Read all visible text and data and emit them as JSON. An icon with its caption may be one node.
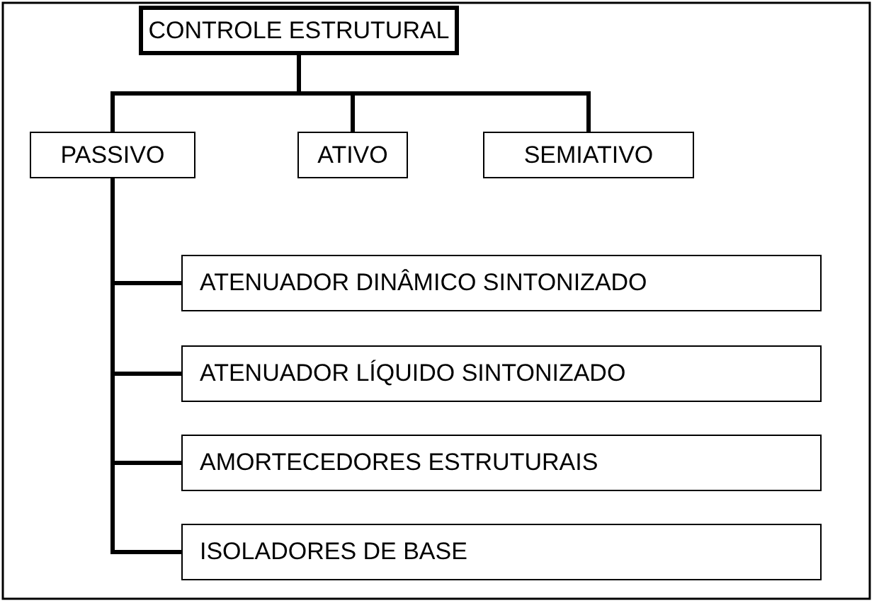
{
  "diagram": {
    "nodes": [
      {
        "text": [
          "CONTROLE ESTRUTURAL"
        ]
      },
      {
        "text": [
          "PASSIVO"
        ]
      },
      {
        "text": [
          "ATIVO"
        ]
      },
      {
        "text": [
          "SEMIATIVO"
        ]
      },
      {
        "text": [
          "ATENUADOR DINÂMICO SINTONIZADO"
        ]
      },
      {
        "text": [
          "ATENUADOR LÍQUIDO SINTONIZADO"
        ]
      },
      {
        "text": [
          "AMORTECEDORES ESTRUTURAIS"
        ]
      },
      {
        "text": [
          "ISOLADORES DE BASE"
        ]
      }
    ],
    "edges": [
      {
        "from": 0,
        "to": 1,
        "arrow": "none"
      },
      {
        "from": 0,
        "to": 2,
        "arrow": "none"
      },
      {
        "from": 0,
        "to": 3,
        "arrow": "none"
      },
      {
        "from": 1,
        "to": 4,
        "arrow": "none"
      },
      {
        "from": 1,
        "to": 5,
        "arrow": "none"
      },
      {
        "from": 1,
        "to": 6,
        "arrow": "none"
      },
      {
        "from": 1,
        "to": 7,
        "arrow": "none"
      }
    ]
  }
}
